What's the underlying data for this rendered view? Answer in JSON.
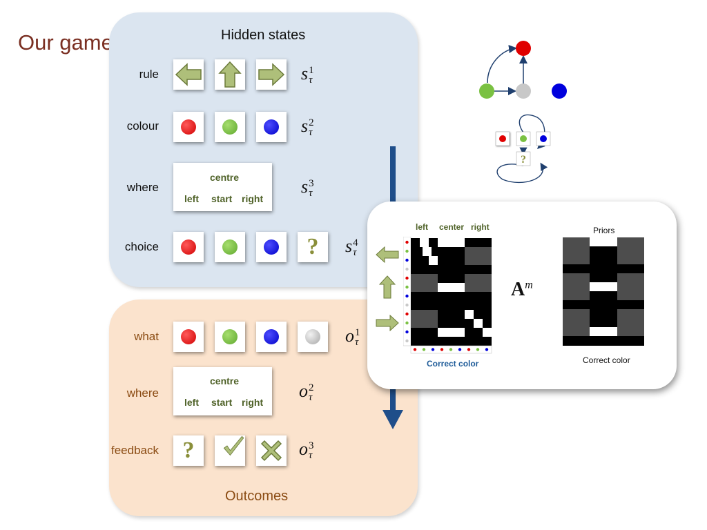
{
  "title": "Our game",
  "hidden_panel": {
    "heading": "Hidden states",
    "rows": [
      {
        "label": "rule",
        "symbol_base": "s",
        "symbol_sup": "1",
        "symbol_sub": "τ"
      },
      {
        "label": "colour",
        "symbol_base": "s",
        "symbol_sup": "2",
        "symbol_sub": "τ"
      },
      {
        "label": "where",
        "symbol_base": "s",
        "symbol_sup": "3",
        "symbol_sub": "τ"
      },
      {
        "label": "choice",
        "symbol_base": "s",
        "symbol_sup": "4",
        "symbol_sub": "τ"
      }
    ],
    "where_box": {
      "centre": "centre",
      "left": "left",
      "start": "start",
      "right": "right"
    },
    "question_mark": "?"
  },
  "outcome_panel": {
    "heading": "Outcomes",
    "rows": [
      {
        "label": "what",
        "symbol_base": "o",
        "symbol_sup": "1",
        "symbol_sub": "τ"
      },
      {
        "label": "where",
        "symbol_base": "o",
        "symbol_sup": "2",
        "symbol_sub": "τ"
      },
      {
        "label": "feedback",
        "symbol_base": "o",
        "symbol_sup": "3",
        "symbol_sub": "τ"
      }
    ],
    "where_box": {
      "centre": "centre",
      "left": "left",
      "start": "start",
      "right": "right"
    },
    "question_mark": "?"
  },
  "popup": {
    "col_labels": {
      "left": "left",
      "center": "center",
      "right": "right"
    },
    "matrix_symbol": "A",
    "matrix_sup": "m",
    "priors_label": "Priors",
    "correct_color_1": "Correct color",
    "correct_color_2": "Correct color"
  },
  "graph": {
    "question_mark": "?"
  },
  "colors": {
    "red": "#e00000",
    "green": "#7ac142",
    "blue": "#0000dd",
    "grey": "#c8c8c8",
    "arrow_dark": "#1f3f6e",
    "olive": "#8a9a4b"
  }
}
